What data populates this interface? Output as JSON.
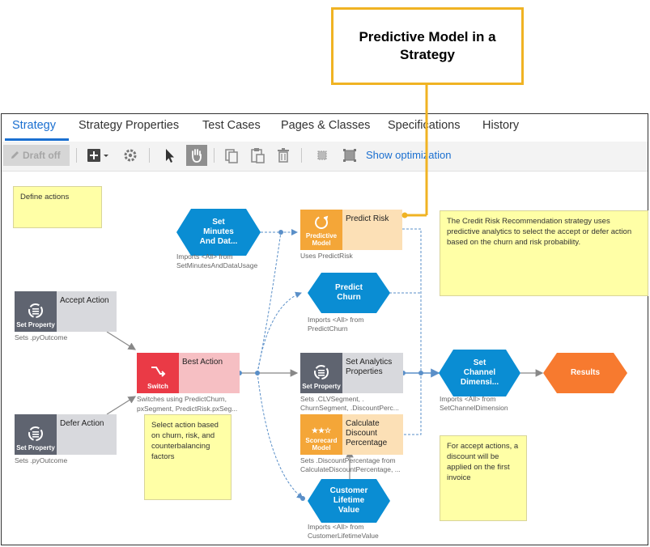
{
  "callout": {
    "line1": "Predictive Model in a",
    "line2": "Strategy"
  },
  "tabs": [
    {
      "label": "Strategy",
      "active": true
    },
    {
      "label": "Strategy Properties"
    },
    {
      "label": "Test Cases"
    },
    {
      "label": "Pages & Classes"
    },
    {
      "label": "Specifications"
    },
    {
      "label": "History"
    }
  ],
  "toolbar": {
    "draft_label": "Draft off",
    "show_optimization": "Show optimization"
  },
  "colors": {
    "accent": "#1a6fd0",
    "callout_border": "#f0b323",
    "decision": "#0a8dd3",
    "switch": "#ea3a46",
    "results": "#f77a2f",
    "predictive": "#f4a638",
    "property": "#5f6470"
  },
  "notes": {
    "define_actions": "Define actions",
    "credit_risk": "The Credit Risk Recommendation strategy uses predictive analytics to select the accept or defer action based on the churn and risk probability.",
    "select_action": "Select action based on churn, risk, and counterbalancing factors",
    "accept_discount": "For accept actions, a discount will be applied on the first invoice"
  },
  "nodes": {
    "accept_action": {
      "type": "Set Property",
      "title": "Accept Action",
      "sub": "Sets .pyOutcome"
    },
    "defer_action": {
      "type": "Set Property",
      "title": "Defer Action",
      "sub": "Sets .pyOutcome"
    },
    "best_action": {
      "type": "Switch",
      "title": "Best Action",
      "sub1": "Switches using PredictChurn,",
      "sub2": "pxSegment, PredictRisk.pxSeg..."
    },
    "set_minutes": {
      "line1": "Set",
      "line2": "Minutes",
      "line3": "And Dat...",
      "sub1": "Imports <All> from",
      "sub2": "SetMinutesAndDataUsage"
    },
    "predict_risk": {
      "type_line1": "Predictive",
      "type_line2": "Model",
      "title": "Predict Risk",
      "sub": "Uses PredictRisk"
    },
    "predict_churn": {
      "line1": "Predict",
      "line2": "Churn",
      "sub1": "Imports <All> from",
      "sub2": "PredictChurn"
    },
    "set_analytics": {
      "type": "Set Property",
      "title": "Set Analytics Properties",
      "sub1": "Sets .CLVSegment, .",
      "sub2": "ChurnSegment, .DiscountPerc..."
    },
    "calc_discount": {
      "type_line1": "Scorecard",
      "type_line2": "Model",
      "title": "Calculate Discount Percentage",
      "sub1": "Sets .DiscountPercentage from",
      "sub2": "CalculateDiscountPercentage, ..."
    },
    "customer_lifetime": {
      "line1": "Customer",
      "line2": "Lifetime",
      "line3": "Value",
      "sub1": "Imports <All> from",
      "sub2": "CustomerLifetimeValue"
    },
    "set_channel": {
      "line1": "Set",
      "line2": "Channel",
      "line3": "Dimensi...",
      "sub1": "Imports <All> from",
      "sub2": "SetChannelDimension"
    },
    "results": {
      "label": "Results"
    }
  }
}
